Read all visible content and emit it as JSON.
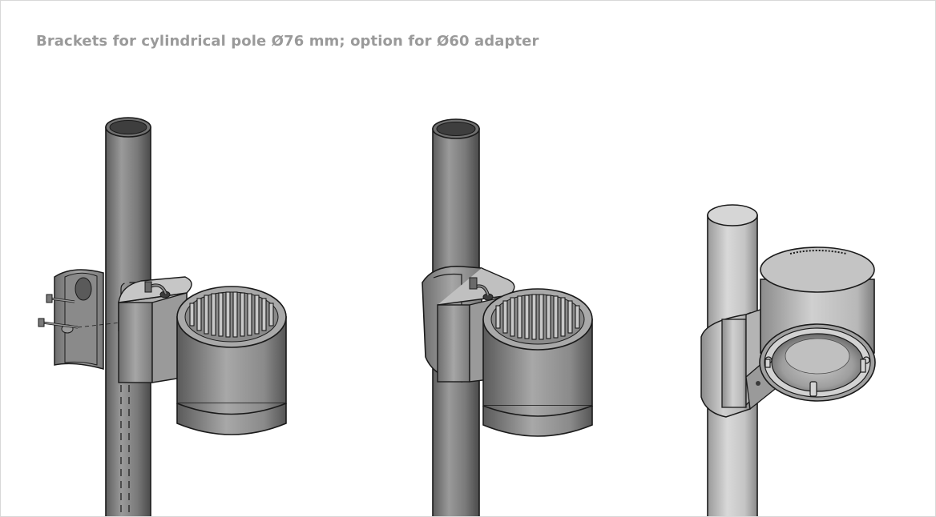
{
  "header": {
    "title": "Brackets for cylindrical pole Ø76 mm; option for Ø60 adapter"
  },
  "figures": [
    {
      "name": "exploded-mount-view"
    },
    {
      "name": "assembled-mount-view"
    },
    {
      "name": "underside-mount-view"
    }
  ],
  "colors": {
    "pole_dark": "#8c8c8c",
    "pole_light": "#cfcfcf",
    "housing": "#8e8e8e",
    "outline": "#1a1a1a",
    "title": "#9a9a9a"
  }
}
